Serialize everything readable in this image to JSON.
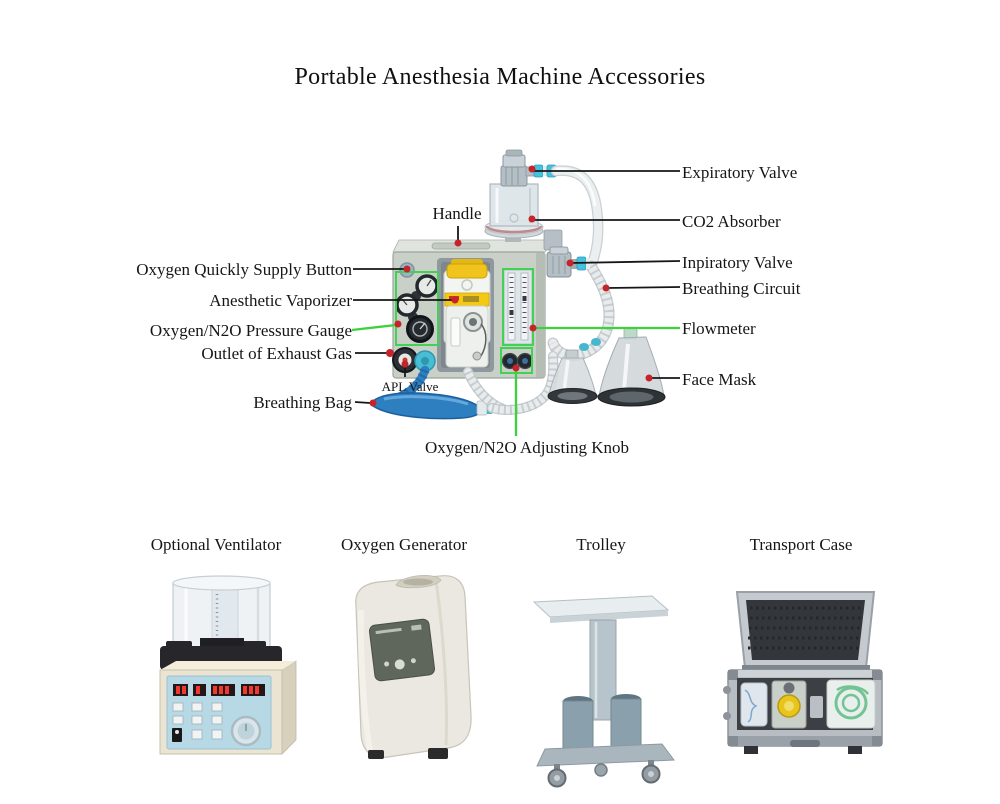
{
  "title": "Portable Anesthesia Machine Accessories",
  "diagram": {
    "labels": {
      "handle": "Handle",
      "expiratory_valve": "Expiratory Valve",
      "co2_absorber": "CO2 Absorber",
      "inpiratory_valve": "Inpiratory Valve",
      "breathing_circuit": "Breathing Circuit",
      "flowmeter": "Flowmeter",
      "face_mask": "Face Mask",
      "oxygen_quickly_supply_button": "Oxygen Quickly Supply Button",
      "anesthetic_vaporizer": "Anesthetic Vaporizer",
      "oxygen_n2o_pressure_gauge": "Oxygen/N2O Pressure Gauge",
      "outlet_of_exhaust_gas": "Outlet of Exhaust Gas",
      "apl_valve": "APL Valve",
      "breathing_bag": "Breathing Bag",
      "oxygen_n2o_adjusting_knob": "Oxygen/N2O Adjusting Knob"
    },
    "annotation_colors": {
      "leader_line_black": "#161616",
      "leader_line_green": "#3cd23c",
      "marker_dot_red": "#c5242b",
      "highlight_box_green": "#42d152"
    },
    "illustration_colors": {
      "machine_body_gray_green": "#c8d0c8",
      "vaporizer_yellow": "#f0c41c",
      "breathing_bag_blue": "#2d7fc0",
      "connector_cyan": "#45c1e0"
    }
  },
  "accessories": {
    "optional_ventilator": "Optional Ventilator",
    "oxygen_generator": "Oxygen Generator",
    "trolley": "Trolley",
    "transport_case": "Transport Case"
  }
}
